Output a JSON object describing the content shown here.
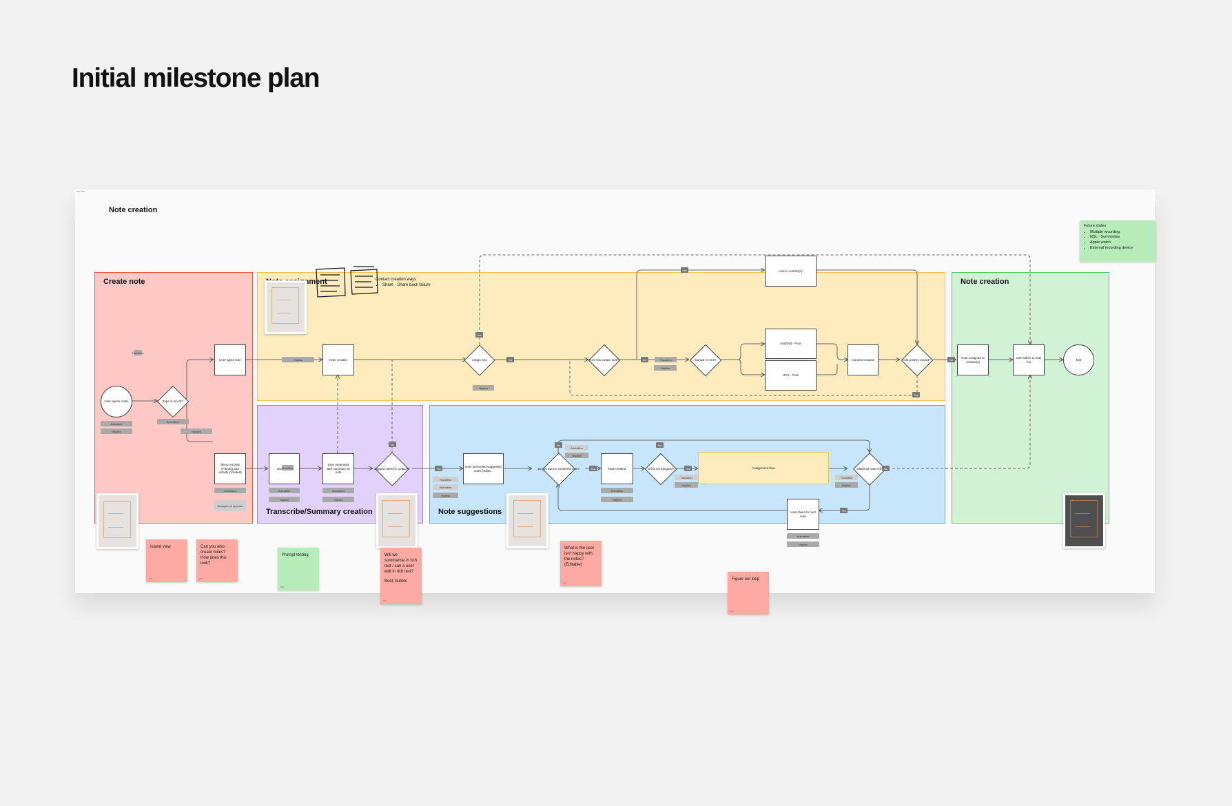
{
  "page": {
    "title": "Initial milestone plan"
  },
  "board": {
    "corner_label": "User flow",
    "title": "Note creation"
  },
  "sections": {
    "create": "Create note",
    "assign": "Note assignment",
    "transcribe": "Transcribe/Summary creation",
    "suggest": "Note suggestions",
    "creation": "Note creation"
  },
  "nodes": {
    "user_opens": "User opens notes",
    "type_or_record": "Type or record?",
    "user_types": "User types note",
    "blimp_records": "Blimp records (Parsing and activity included)",
    "user_stops": "User stops",
    "summary": "User presented with summary as note",
    "suggest_contact": "Suggest notes for contacts?",
    "note_created_a": "Note created",
    "assign_note": "Assign note",
    "contact_exists": "Does this contact exist?",
    "manual_or_ucs": "Manual or UCS?",
    "link_contacts": "Link to contact(s)",
    "add_edit": "Add/Edit - Flow",
    "ucs_flow": "UCS - Flow",
    "contact_created": "Contact created",
    "add_another": "Add another contact?",
    "note_assigned": "Note assigned to contact(s)",
    "note_list": "User taken to note list",
    "exit": "Exit",
    "presented_suggested": "User presented suggested notes (Edita...",
    "want_create": "Do you want to create this note?",
    "note_created_b": "Note created",
    "not_assigned": "Is this not assigned?",
    "assignment_flow": "Assignment flow",
    "additional_notes": "Additional notes left?",
    "next_note": "User taken to next note"
  },
  "tags": {
    "transition": "Transition",
    "animation": "Animation",
    "haptics": "Haptics",
    "background_app": "Background app use",
    "yes": "Yes",
    "no": "No"
  },
  "sticky_notes": {
    "island": "Island view",
    "can_you": "Can you also create notes? How does this look?",
    "prompt": "Prompt testing",
    "rich_text": "Will we summarise in rich text / can a user edit in rich text?",
    "rich_text_2": "Bold, bullets",
    "not_happy": "What is the user isn't happy with the notes? (Editable)",
    "figure_loop": "Figure out loop",
    "author": "Zoe"
  },
  "contact_ways": {
    "title": "Contact creation ways",
    "items": [
      "Share - Share back failure"
    ]
  },
  "future_states": {
    "title": "Future states",
    "items": [
      "Multiple recording",
      "NSL - Summaries",
      "Apple watch",
      "External recording device"
    ]
  },
  "colors": {
    "create_bg": "#fec9c4",
    "create_border": "#ee5a4c",
    "assign_bg": "#feebbe",
    "assign_border": "#f3c252",
    "transcribe_bg": "#e2d2fb",
    "transcribe_border": "#a37ee8",
    "suggest_bg": "#c8e6fb",
    "suggest_border": "#62aee8",
    "creation_bg": "#d1f2d5",
    "creation_border": "#5cc56c"
  }
}
